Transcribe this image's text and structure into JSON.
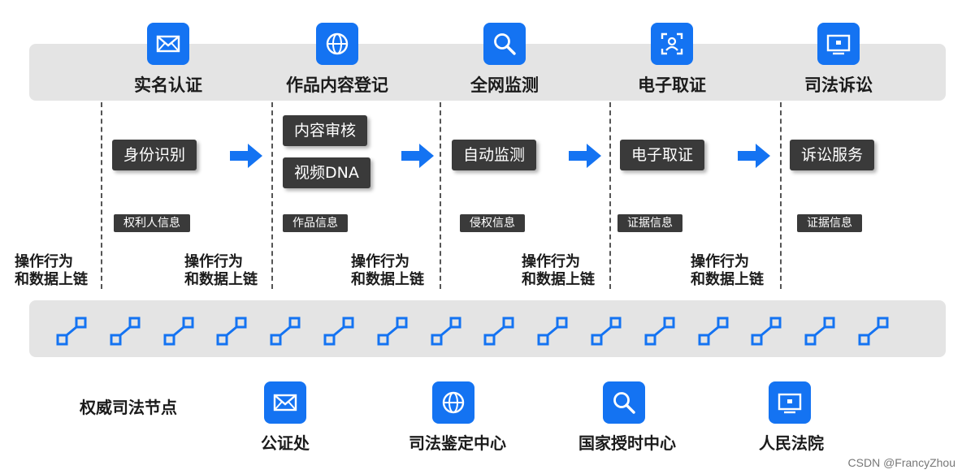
{
  "stages": [
    {
      "title": "实名认证",
      "icon": "mail-icon"
    },
    {
      "title": "作品内容登记",
      "icon": "globe-icon"
    },
    {
      "title": "全网监测",
      "icon": "search-icon"
    },
    {
      "title": "电子取证",
      "icon": "scan-user-icon"
    },
    {
      "title": "司法诉讼",
      "icon": "monitor-icon"
    }
  ],
  "processes": [
    "身份识别",
    "内容审核",
    "视频DNA",
    "自动监测",
    "电子取证",
    "诉讼服务"
  ],
  "info_tags": [
    "权利人信息",
    "作品信息",
    "侵权信息",
    "证据信息",
    "证据信息"
  ],
  "chain_ops": {
    "line1": "操作行为",
    "line2": "和数据上链"
  },
  "bottom": {
    "title": "权威司法节点",
    "nodes": [
      {
        "label": "公证处",
        "icon": "mail-icon"
      },
      {
        "label": "司法鉴定中心",
        "icon": "globe-icon"
      },
      {
        "label": "国家授时中心",
        "icon": "search-icon"
      },
      {
        "label": "人民法院",
        "icon": "monitor-icon"
      }
    ]
  },
  "watermark": "CSDN @FrancyZhou",
  "colors": {
    "accent": "#1473f2",
    "box": "#3a3a3a",
    "band": "#e4e4e4"
  }
}
